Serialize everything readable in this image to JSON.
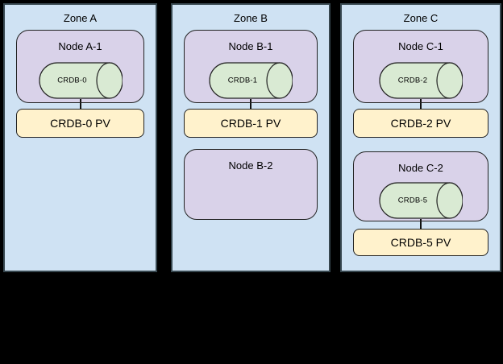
{
  "diagram": {
    "background_color": "#000000",
    "colors": {
      "zone_fill": "#cfe2f3",
      "zone_border": "#37474f",
      "node_fill": "#d9d2e9",
      "database_fill": "#d9ead3",
      "pv_fill": "#fff2cc",
      "shape_border": "#222222",
      "text": "#000000"
    },
    "icons": {
      "database": "horizontal-cylinder-icon"
    },
    "zones": [
      {
        "title": "Zone A",
        "nodes": [
          {
            "label": "Node A-1",
            "db": "CRDB-0",
            "pv": "CRDB-0 PV"
          }
        ]
      },
      {
        "title": "Zone B",
        "nodes": [
          {
            "label": "Node B-1",
            "db": "CRDB-1",
            "pv": "CRDB-1 PV"
          },
          {
            "label": "Node B-2"
          }
        ]
      },
      {
        "title": "Zone C",
        "nodes": [
          {
            "label": "Node C-1",
            "db": "CRDB-2",
            "pv": "CRDB-2 PV"
          },
          {
            "label": "Node C-2",
            "db": "CRDB-5",
            "pv": "CRDB-5 PV"
          }
        ]
      }
    ]
  }
}
